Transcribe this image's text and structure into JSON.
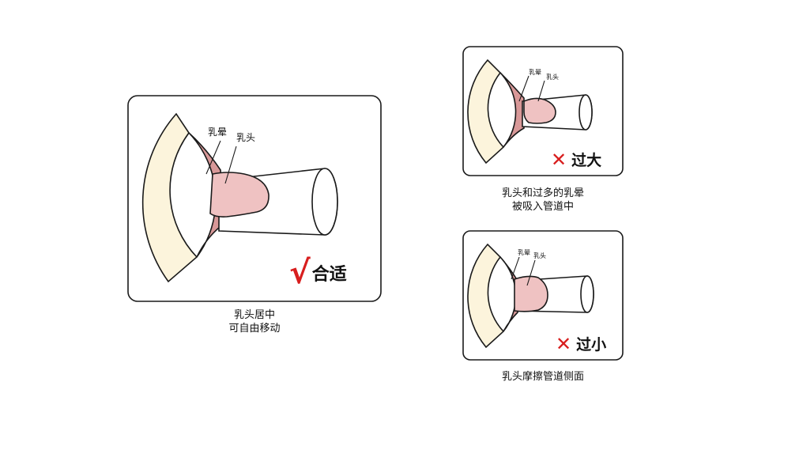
{
  "panels": [
    {
      "id": "correct",
      "label_areola": "乳晕",
      "label_nipple": "乳头",
      "verdict_mark": "√",
      "verdict_text": "合适",
      "caption_lines": [
        "乳头居中",
        "可自由移动"
      ]
    },
    {
      "id": "too-large",
      "label_areola": "乳晕",
      "label_nipple": "乳头",
      "verdict_mark": "✕",
      "verdict_text": "过大",
      "caption_lines": [
        "乳头和过多的乳晕",
        "被吸入管道中"
      ]
    },
    {
      "id": "too-small",
      "label_areola": "乳晕",
      "label_nipple": "乳头",
      "verdict_mark": "✕",
      "verdict_text": "过小",
      "caption_lines": [
        "乳头摩擦管道侧面"
      ]
    }
  ],
  "colors": {
    "outer_skin": "#fcf4dc",
    "areola": "#d89898",
    "nipple": "#efc2c2",
    "mark_red": "#d81e1e"
  }
}
